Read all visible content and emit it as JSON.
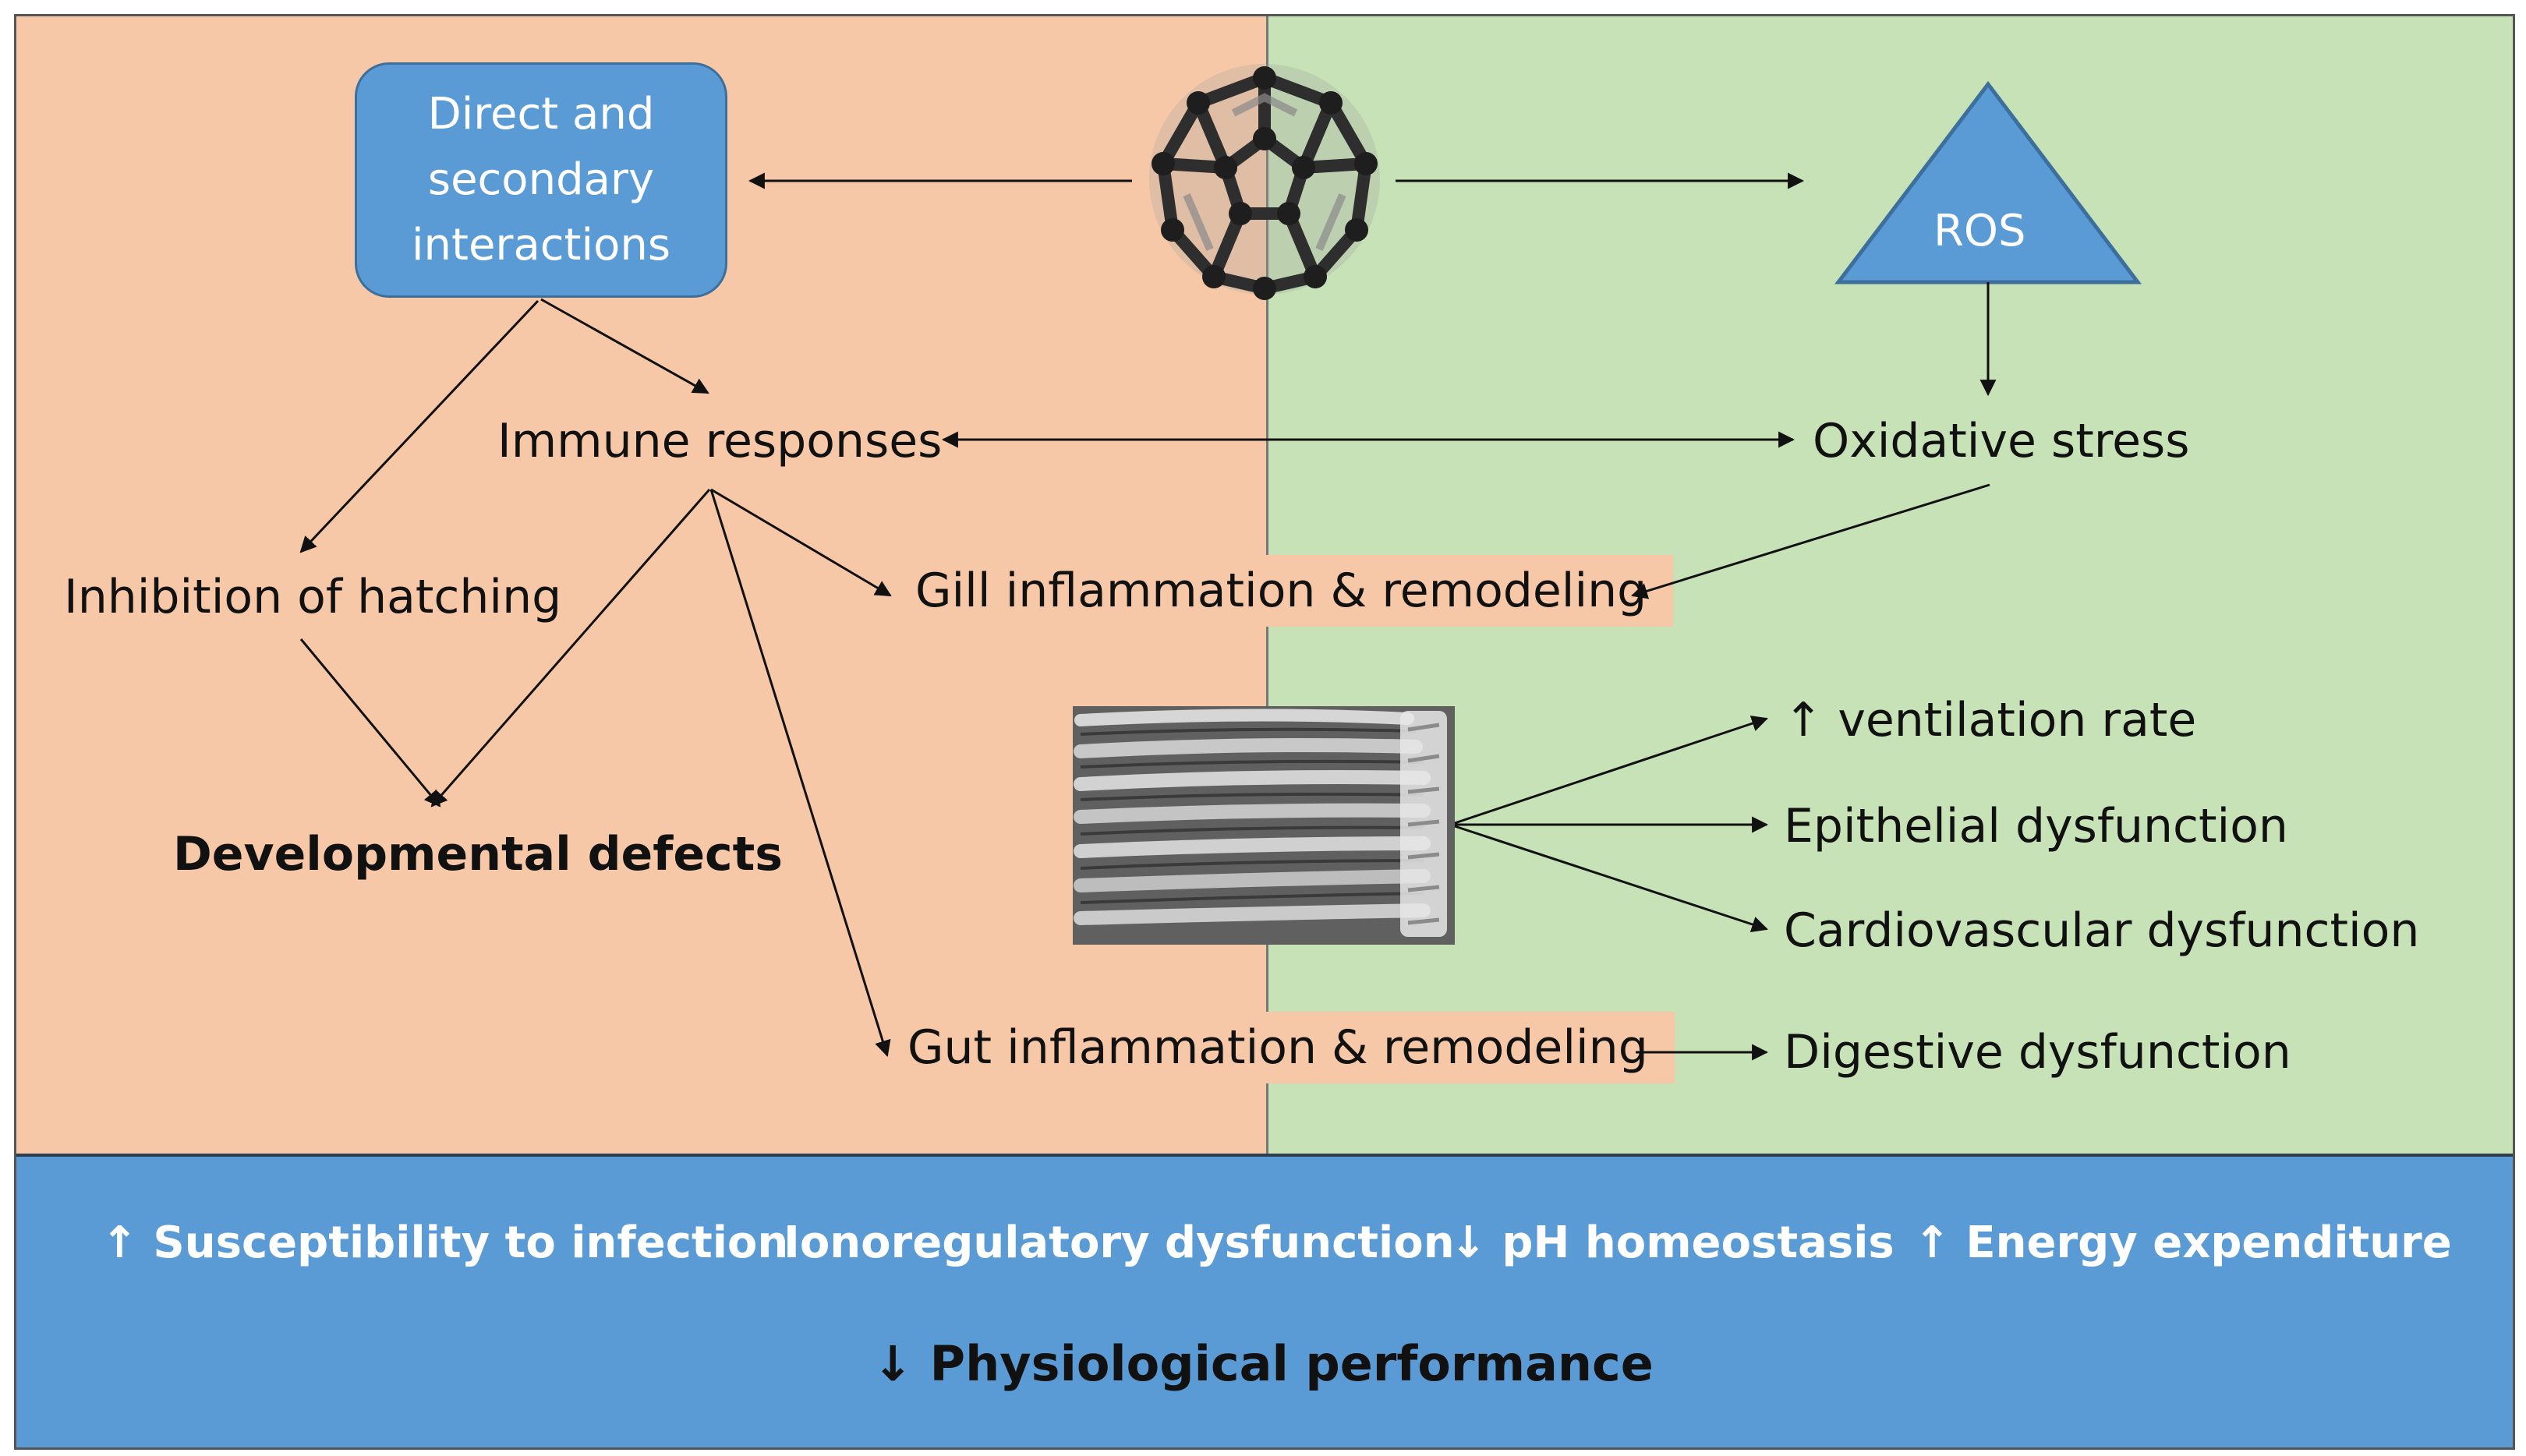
{
  "boxes": {
    "direct_interactions": "Direct and\nsecondary\ninteractions",
    "ros": "ROS"
  },
  "labels": {
    "immune_responses": "Immune responses",
    "oxidative_stress": "Oxidative stress",
    "inhibition_of_hatching": "Inhibition of hatching",
    "gill_inflammation": "Gill inflammation & remodeling",
    "developmental_defects": "Developmental defects",
    "ventilation_rate": "↑ ventilation rate",
    "epithelial_dysfunction": "Epithelial dysfunction",
    "cardiovascular_dysfunction": "Cardiovascular dysfunction",
    "gut_inflammation": "Gut inflammation & remodeling",
    "digestive_dysfunction": "Digestive dysfunction"
  },
  "outcomes": {
    "susceptibility": "↑ Susceptibility to infection",
    "ionoregulatory": "Ionoregulatory dysfunction",
    "ph_homeostasis": "↓ pH homeostasis",
    "energy": "↑ Energy expenditure",
    "performance": "↓ Physiological performance"
  },
  "colors": {
    "left_panel": "#f7c8a8",
    "right_panel": "#c7e2b6",
    "accent_blue": "#5b9bd5"
  },
  "icons": {
    "nanoparticle": "fullerene-icon",
    "gill": "gill-filaments-image"
  }
}
